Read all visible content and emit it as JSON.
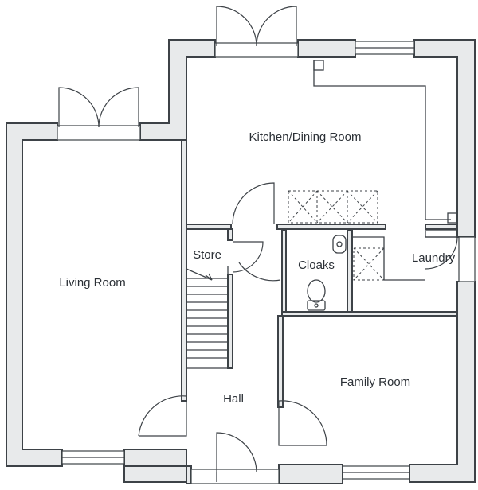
{
  "rooms": {
    "kitchen": "Kitchen/Dining Room",
    "living": "Living Room",
    "store": "Store",
    "cloaks": "Cloaks",
    "laundry": "Laundry",
    "hall": "Hall",
    "family": "Family Room"
  },
  "colors": {
    "wall_fill": "#e8eaeb",
    "line": "#3d4247",
    "label": "#2b3036"
  }
}
